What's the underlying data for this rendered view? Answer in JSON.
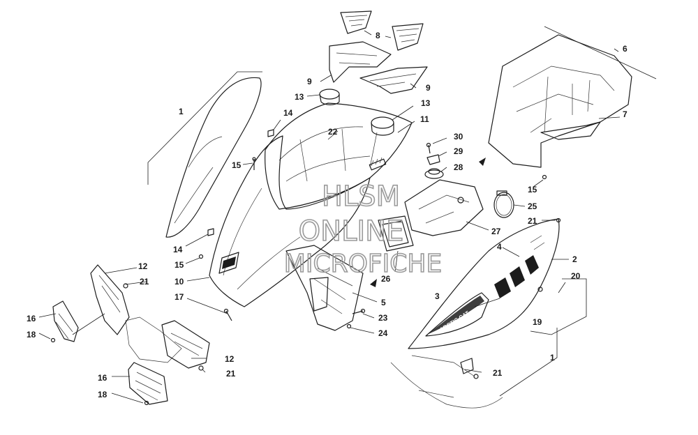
{
  "watermark": {
    "line1": "HLSM",
    "line2": "ONLINE",
    "line3": "MICROFICHE"
  },
  "decal_text": "ARCTIC CAT",
  "callouts": [
    {
      "id": "c1a",
      "label": "1"
    },
    {
      "id": "c1b",
      "label": "1"
    },
    {
      "id": "c2",
      "label": "2"
    },
    {
      "id": "c3",
      "label": "3"
    },
    {
      "id": "c4",
      "label": "4"
    },
    {
      "id": "c5",
      "label": "5"
    },
    {
      "id": "c6",
      "label": "6"
    },
    {
      "id": "c7",
      "label": "7"
    },
    {
      "id": "c8",
      "label": "8"
    },
    {
      "id": "c9a",
      "label": "9"
    },
    {
      "id": "c9b",
      "label": "9"
    },
    {
      "id": "c10",
      "label": "10"
    },
    {
      "id": "c11",
      "label": "11"
    },
    {
      "id": "c12a",
      "label": "12"
    },
    {
      "id": "c12b",
      "label": "12"
    },
    {
      "id": "c13a",
      "label": "13"
    },
    {
      "id": "c13b",
      "label": "13"
    },
    {
      "id": "c14a",
      "label": "14"
    },
    {
      "id": "c14b",
      "label": "14"
    },
    {
      "id": "c15a",
      "label": "15"
    },
    {
      "id": "c15b",
      "label": "15"
    },
    {
      "id": "c15c",
      "label": "15"
    },
    {
      "id": "c16a",
      "label": "16"
    },
    {
      "id": "c16b",
      "label": "16"
    },
    {
      "id": "c17",
      "label": "17"
    },
    {
      "id": "c18a",
      "label": "18"
    },
    {
      "id": "c18b",
      "label": "18"
    },
    {
      "id": "c19",
      "label": "19"
    },
    {
      "id": "c20",
      "label": "20"
    },
    {
      "id": "c21a",
      "label": "21"
    },
    {
      "id": "c21b",
      "label": "21"
    },
    {
      "id": "c21c",
      "label": "21"
    },
    {
      "id": "c21d",
      "label": "21"
    },
    {
      "id": "c22",
      "label": "22"
    },
    {
      "id": "c23",
      "label": "23"
    },
    {
      "id": "c24",
      "label": "24"
    },
    {
      "id": "c25",
      "label": "25"
    },
    {
      "id": "c26",
      "label": "26"
    },
    {
      "id": "c27",
      "label": "27"
    },
    {
      "id": "c28",
      "label": "28"
    },
    {
      "id": "c29",
      "label": "29"
    },
    {
      "id": "c30",
      "label": "30"
    }
  ]
}
